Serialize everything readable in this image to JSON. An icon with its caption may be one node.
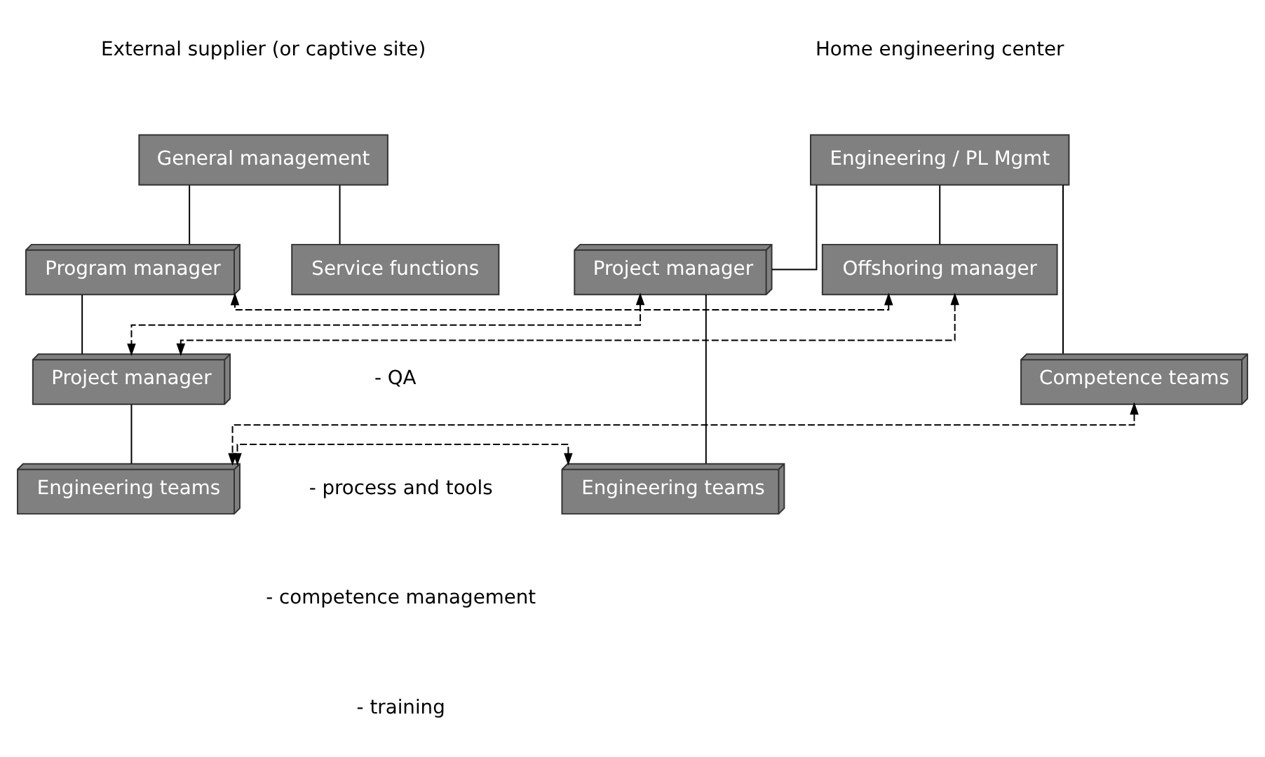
{
  "diagram": {
    "nodes": [
      {
        "text": [
          "Engineering / PL Mgmt"
        ]
      },
      {
        "text": [
          "Project manager"
        ]
      },
      {
        "text": [
          "Offshoring manager"
        ]
      },
      {
        "text": [
          "Competence teams"
        ]
      },
      {
        "text": [
          "Engineering teams"
        ]
      },
      {
        "text": [
          "General management"
        ]
      },
      {
        "text": [
          "Program manager"
        ]
      },
      {
        "text": [
          "Service functions"
        ]
      },
      {
        "text": [
          "Project manager"
        ]
      },
      {
        "text": [
          "Engineering teams"
        ]
      }
    ],
    "edges": [
      {
        "from": 0,
        "to": 1,
        "arrow": "none"
      },
      {
        "from": 0,
        "to": 3,
        "arrow": "none"
      },
      {
        "from": 0,
        "to": 2,
        "arrow": "none"
      },
      {
        "from": 1,
        "to": 4,
        "arrow": "none"
      },
      {
        "from": 5,
        "to": 6,
        "arrow": "none"
      },
      {
        "from": 5,
        "to": 7,
        "arrow": "none"
      },
      {
        "from": 6,
        "to": 8,
        "arrow": "none"
      },
      {
        "from": 8,
        "to": 9,
        "arrow": "none"
      },
      {
        "from": 2,
        "to": 6,
        "arrow": "both",
        "style": "dashed"
      },
      {
        "from": 1,
        "to": 8,
        "arrow": "both",
        "style": "dashed"
      },
      {
        "from": 2,
        "to": 8,
        "arrow": "both",
        "style": "dashed"
      },
      {
        "from": 3,
        "to": 9,
        "arrow": "both",
        "style": "dashed"
      },
      {
        "from": 4,
        "to": 9,
        "arrow": "both",
        "style": "dashed"
      }
    ],
    "labels": [
      "Home engineering center",
      "External supplier (or captive site)",
      "- QA",
      "- process and tools",
      "- competence management",
      "- training"
    ]
  }
}
